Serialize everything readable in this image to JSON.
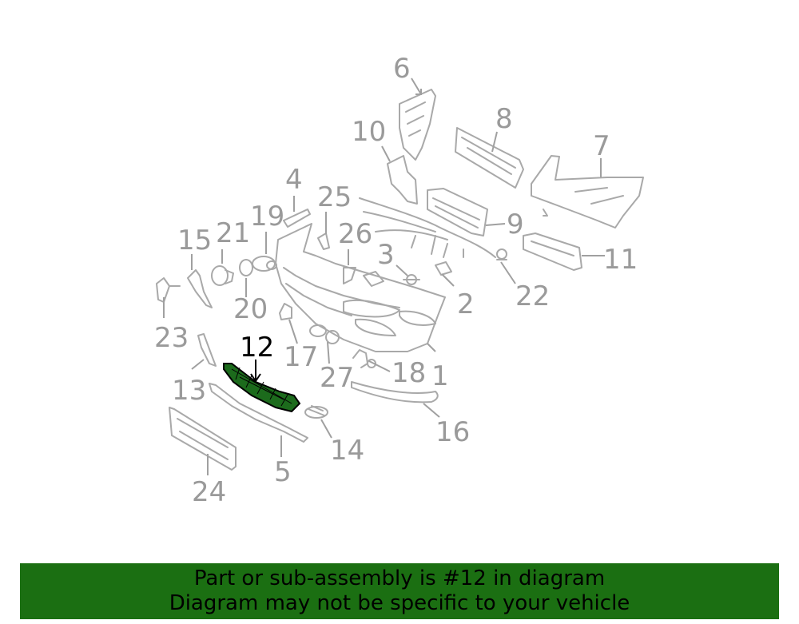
{
  "diagram": {
    "highlighted_part": "12",
    "callouts": [
      {
        "id": "c1",
        "label": "1"
      },
      {
        "id": "c2",
        "label": "2"
      },
      {
        "id": "c3",
        "label": "3"
      },
      {
        "id": "c4",
        "label": "4"
      },
      {
        "id": "c5",
        "label": "5"
      },
      {
        "id": "c6",
        "label": "6"
      },
      {
        "id": "c7",
        "label": "7"
      },
      {
        "id": "c8",
        "label": "8"
      },
      {
        "id": "c9",
        "label": "9"
      },
      {
        "id": "c10",
        "label": "10"
      },
      {
        "id": "c11",
        "label": "11"
      },
      {
        "id": "c12",
        "label": "12"
      },
      {
        "id": "c13",
        "label": "13"
      },
      {
        "id": "c14",
        "label": "14"
      },
      {
        "id": "c15",
        "label": "15"
      },
      {
        "id": "c16",
        "label": "16"
      },
      {
        "id": "c17",
        "label": "17"
      },
      {
        "id": "c18",
        "label": "18"
      },
      {
        "id": "c19",
        "label": "19"
      },
      {
        "id": "c20",
        "label": "20"
      },
      {
        "id": "c21",
        "label": "21"
      },
      {
        "id": "c22",
        "label": "22"
      },
      {
        "id": "c23",
        "label": "23"
      },
      {
        "id": "c24",
        "label": "24"
      },
      {
        "id": "c25",
        "label": "25"
      },
      {
        "id": "c26",
        "label": "26"
      },
      {
        "id": "c27",
        "label": "27"
      }
    ],
    "colors": {
      "highlight": "#1c6b1c",
      "line": "#a9a9a9",
      "label": "#9a9a9a"
    }
  },
  "banner": {
    "line1": "Part or sub-assembly is #12 in diagram",
    "line2": "Diagram may not be specific to your vehicle",
    "background": "#1b6f12"
  }
}
